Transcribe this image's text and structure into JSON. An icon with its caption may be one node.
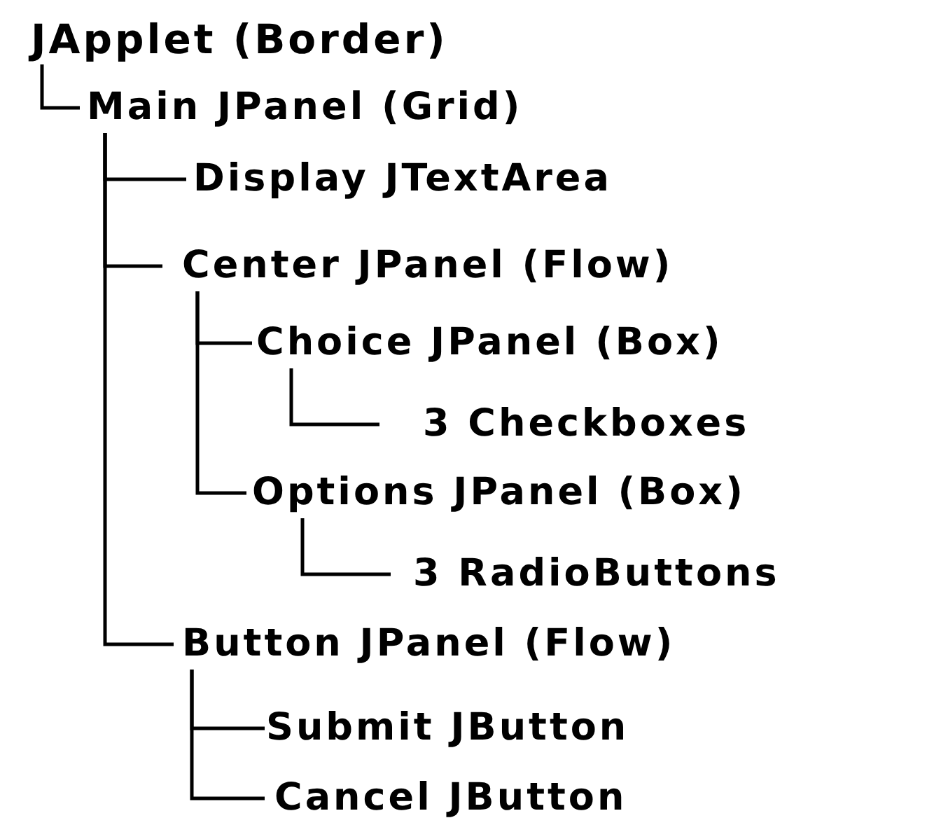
{
  "diagram": {
    "nodes": [
      {
        "text": [
          "JApplet (Border)"
        ]
      },
      {
        "text": [
          "Main JPanel (Grid)"
        ]
      },
      {
        "text": [
          "Display JTextArea"
        ]
      },
      {
        "text": [
          "Center JPanel (Flow)"
        ]
      },
      {
        "text": [
          "Choice JPanel (Box)"
        ]
      },
      {
        "text": [
          "3 Checkboxes"
        ]
      },
      {
        "text": [
          "Options JPanel (Box)"
        ]
      },
      {
        "text": [
          "3 RadioButtons"
        ]
      },
      {
        "text": [
          "Button JPanel (Flow)"
        ]
      },
      {
        "text": [
          "Submit JButton"
        ]
      },
      {
        "text": [
          "Cancel JButton"
        ]
      }
    ],
    "edges": [
      {
        "from": 0,
        "to": 1,
        "arrow": "none"
      },
      {
        "from": 1,
        "to": 2,
        "arrow": "none"
      },
      {
        "from": 1,
        "to": 3,
        "arrow": "none"
      },
      {
        "from": 1,
        "to": 8,
        "arrow": "none"
      },
      {
        "from": 3,
        "to": 4,
        "arrow": "none"
      },
      {
        "from": 4,
        "to": 5,
        "arrow": "none"
      },
      {
        "from": 3,
        "to": 6,
        "arrow": "none"
      },
      {
        "from": 6,
        "to": 7,
        "arrow": "none"
      },
      {
        "from": 8,
        "to": 9,
        "arrow": "none"
      },
      {
        "from": 8,
        "to": 10,
        "arrow": "none"
      }
    ]
  }
}
